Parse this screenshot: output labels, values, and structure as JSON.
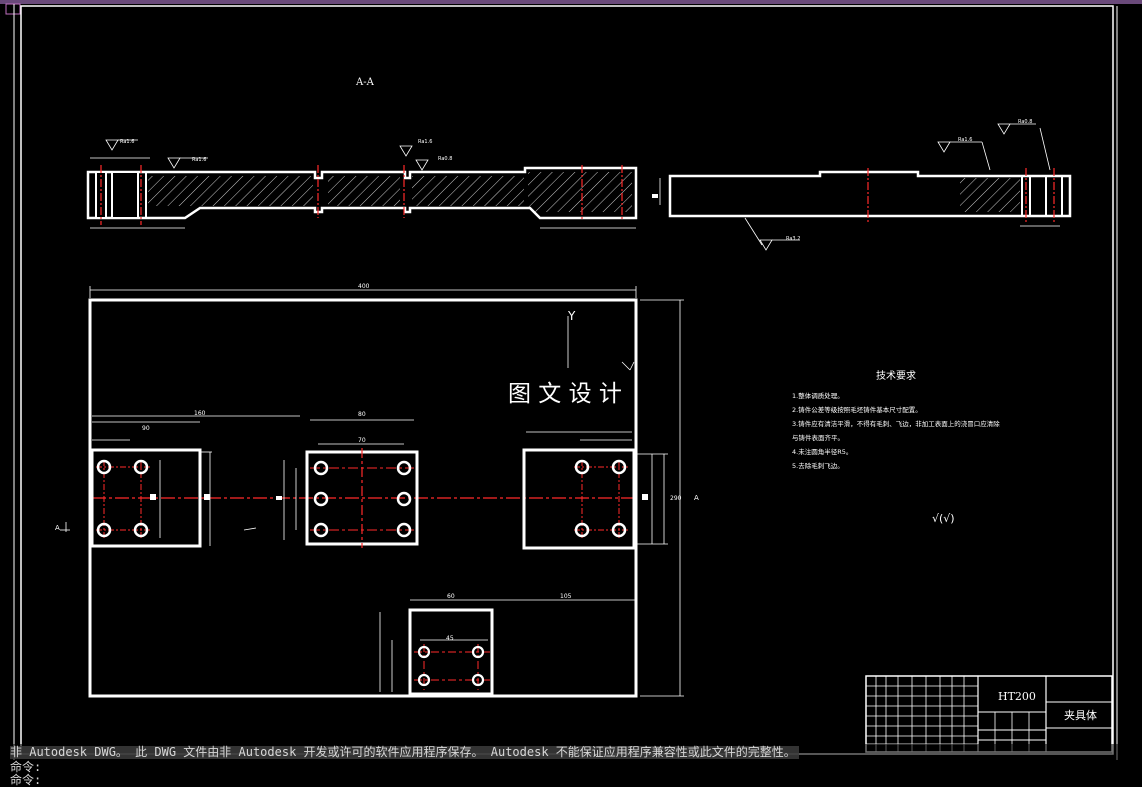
{
  "drawing": {
    "section_label": "A-A",
    "watermark": "图 文 设 计",
    "tech_req": {
      "title": "技术要求",
      "items": [
        "1.整体调质处理。",
        "2.铸件公差等级按照毛坯铸件基本尺寸配置。",
        "3.铸件应有清洁平滑，不得有毛刺、飞边，非加工表面上的浇冒口应清除",
        "与铸件表面齐平。",
        "4.未注圆角半径R5。",
        "5.去除毛刺飞边。"
      ]
    },
    "roughness_note": "√(√)",
    "view_labels": {
      "y_axis": "Y",
      "section_left": "A",
      "section_right": "A"
    },
    "dims": {
      "overall_width": "400",
      "d_160": "160",
      "d_90": "90",
      "d_80": "80",
      "d_70": "70",
      "d_60": "60",
      "d_105": "105",
      "d_45": "45",
      "d_290": "290"
    },
    "roughness": {
      "ra16": "Ra1.6",
      "ra32": "Ra3.2",
      "ra08": "Ra0.8"
    },
    "title_block": {
      "material": "HT200",
      "part_name": "夹具体"
    }
  },
  "command_line": {
    "warning": "非 Autodesk DWG。  此 DWG 文件由非 Autodesk 开发或许可的软件应用程序保存。  Autodesk 不能保证应用程序兼容性或此文件的完整性。",
    "prompt1": "命令:",
    "prompt2": "命令:"
  },
  "colors": {
    "background": "#000000",
    "lines": "#ffffff",
    "centerline": "#ff2a2a",
    "topbar": "#6a4a7a"
  }
}
